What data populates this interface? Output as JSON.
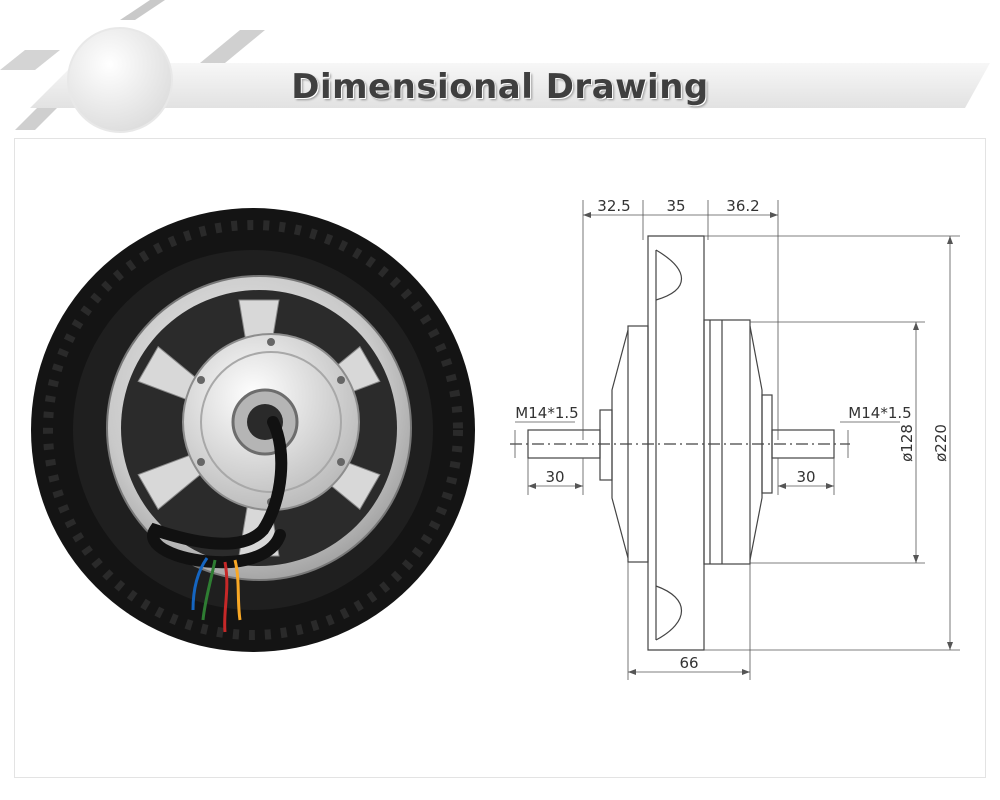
{
  "banner": {
    "title": "Dimensional Drawing",
    "accent_color": "#d0d0d0",
    "text_color": "#3f3f3f"
  },
  "photo": {
    "icon": "hub-motor-wheel-icon",
    "tire_color": "#141414",
    "rim_color": "#c8c8c8"
  },
  "drawing": {
    "line_color": "#444444",
    "dimensions": {
      "top_left": "32.5",
      "top_middle": "35",
      "top_right": "36.2",
      "bottom_width": "66",
      "diameter_inner": "ø128",
      "diameter_outer": "ø220",
      "thread_left": "M14*1.5",
      "thread_right": "M14*1.5",
      "axle_left": "30",
      "axle_right": "30"
    }
  }
}
